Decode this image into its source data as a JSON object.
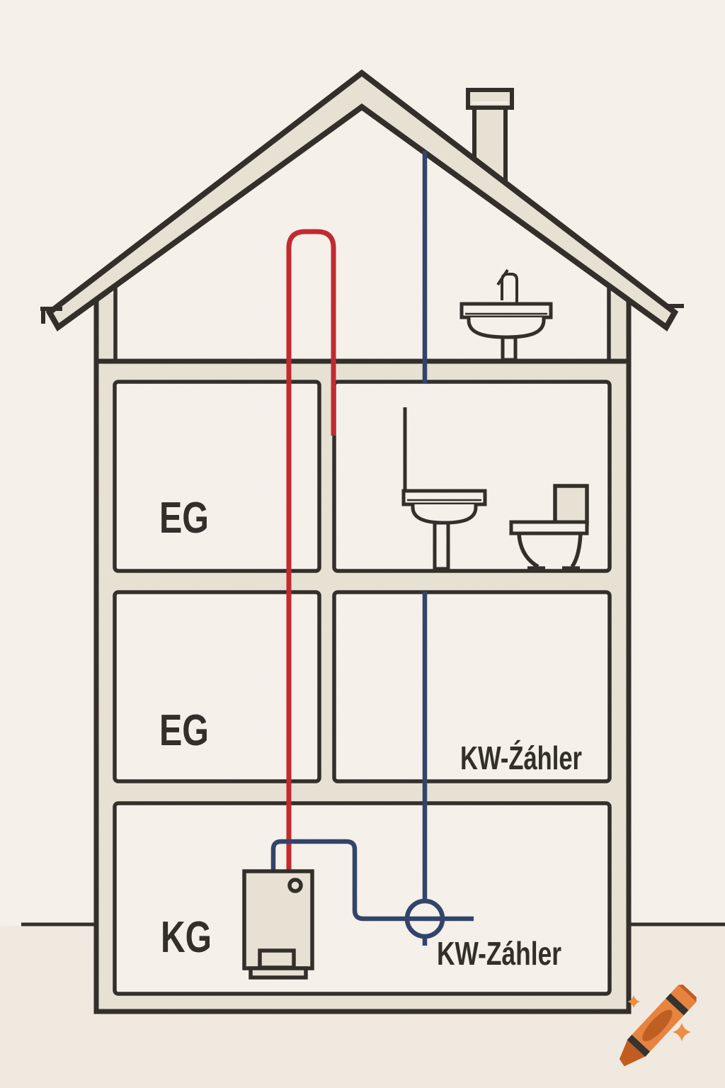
{
  "palette": {
    "bg": "#f6f1ea",
    "bg-ground": "#f0eae1",
    "structure": "#e7e2d4",
    "line": "#2f2b27",
    "pipe-red": "#c1272d",
    "pipe-blue": "#2e4168",
    "text": "#2f2b27",
    "crayon-main": "#e8823c",
    "crayon-shade": "#bf5c1f",
    "crayon-band": "#332f2b",
    "crayon-tip": "#c2591d",
    "sparkle": "#ef8b3d"
  },
  "labels": {
    "floor_upper": "EG",
    "floor_lower": "EG",
    "basement": "KG",
    "cold_water_meter_upper": "KW-Źáhler",
    "cold_water_meter_lower": "KW-Záhler"
  }
}
